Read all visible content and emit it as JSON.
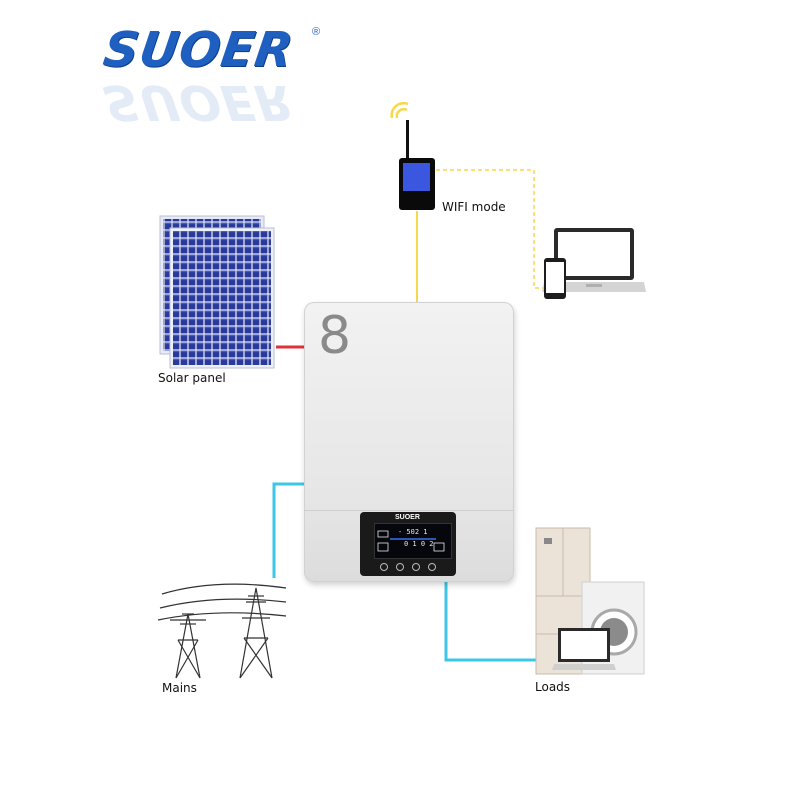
{
  "brand": {
    "logo_text": "SUOER",
    "registered_mark": "®"
  },
  "inverter": {
    "model_digit": "8",
    "panel_logo": "SUOER",
    "lcd_line1": "- 502  1",
    "lcd_line2": "0 1  0 2"
  },
  "nodes": {
    "solar_panel": {
      "label": "Solar panel"
    },
    "wifi": {
      "label": "WIFI mode"
    },
    "mains": {
      "label": "Mains"
    },
    "loads": {
      "label": "Loads"
    }
  },
  "colors": {
    "logo_blue": "#1f5fbf",
    "solar_link": "#e0303a",
    "wifi_link": "#f6d94a",
    "mains_link": "#3cc6e8",
    "loads_link": "#3cc6e8",
    "panel_cell": "#2a3a9a",
    "wifi_screen": "#3b57e0"
  },
  "icons": [
    "solar-panel-icon",
    "wifi-module-icon",
    "wifi-signal-icon",
    "laptop-icon",
    "smartphone-icon",
    "power-tower-icon",
    "refrigerator-icon",
    "washing-machine-icon"
  ]
}
